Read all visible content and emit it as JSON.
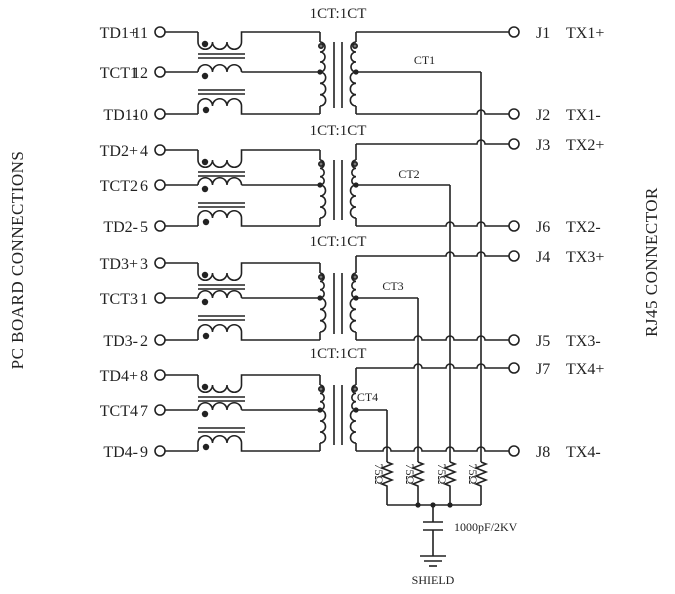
{
  "side_labels": {
    "left": "PC BOARD CONNECTIONS",
    "right": "RJ45 CONNECTOR"
  },
  "channels": [
    {
      "ratio": "1CT:1CT",
      "ct": "CT1",
      "pc_pins": [
        {
          "name": "TD1+",
          "pin": "11"
        },
        {
          "name": "TCT1",
          "pin": "12"
        },
        {
          "name": "TD1-",
          "pin": "10"
        }
      ],
      "rj45": [
        {
          "pin": "J1",
          "name": "TX1+"
        },
        {
          "pin": "J2",
          "name": "TX1-"
        }
      ]
    },
    {
      "ratio": "1CT:1CT",
      "ct": "CT2",
      "pc_pins": [
        {
          "name": "TD2+",
          "pin": "4"
        },
        {
          "name": "TCT2",
          "pin": "6"
        },
        {
          "name": "TD2-",
          "pin": "5"
        }
      ],
      "rj45": [
        {
          "pin": "J3",
          "name": "TX2+"
        },
        {
          "pin": "J6",
          "name": "TX2-"
        }
      ]
    },
    {
      "ratio": "1CT:1CT",
      "ct": "CT3",
      "pc_pins": [
        {
          "name": "TD3+",
          "pin": "3"
        },
        {
          "name": "TCT3",
          "pin": "1"
        },
        {
          "name": "TD3-",
          "pin": "2"
        }
      ],
      "rj45": [
        {
          "pin": "J4",
          "name": "TX3+"
        },
        {
          "pin": "J5",
          "name": "TX3-"
        }
      ]
    },
    {
      "ratio": "1CT:1CT",
      "ct": "CT4",
      "pc_pins": [
        {
          "name": "TD4+",
          "pin": "8"
        },
        {
          "name": "TCT4",
          "pin": "7"
        },
        {
          "name": "TD4-",
          "pin": "9"
        }
      ],
      "rj45": [
        {
          "pin": "J7",
          "name": "TX4+"
        },
        {
          "pin": "J8",
          "name": "TX4-"
        }
      ]
    }
  ],
  "resistors": [
    "75Ω",
    "75Ω",
    "75Ω",
    "75Ω"
  ],
  "capacitor": "1000pF/2KV",
  "ground_label": "SHIELD"
}
